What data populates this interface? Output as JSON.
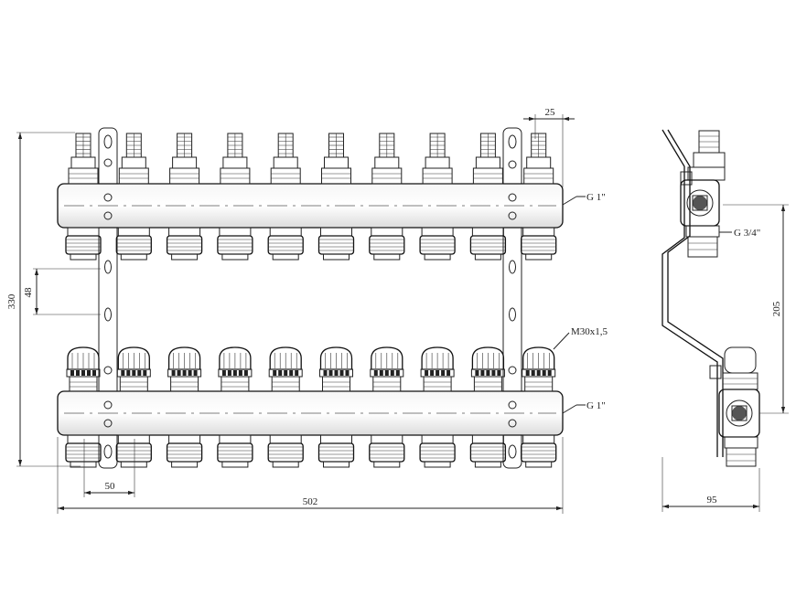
{
  "front_view": {
    "outlet_count": 10,
    "labels": {
      "top_bar_thread": "G 1\"",
      "bottom_bar_thread": "G 1\"",
      "valve_thread": "M30x1,5"
    },
    "dimensions": {
      "height_total": "330",
      "offset_left": "48",
      "outlet_pitch": "50",
      "width_total": "502",
      "flowmeter_offset": "25"
    }
  },
  "side_view": {
    "labels": {
      "outlet_thread": "G 3/4\""
    },
    "dimensions": {
      "bar_spacing": "205",
      "depth": "95"
    }
  }
}
